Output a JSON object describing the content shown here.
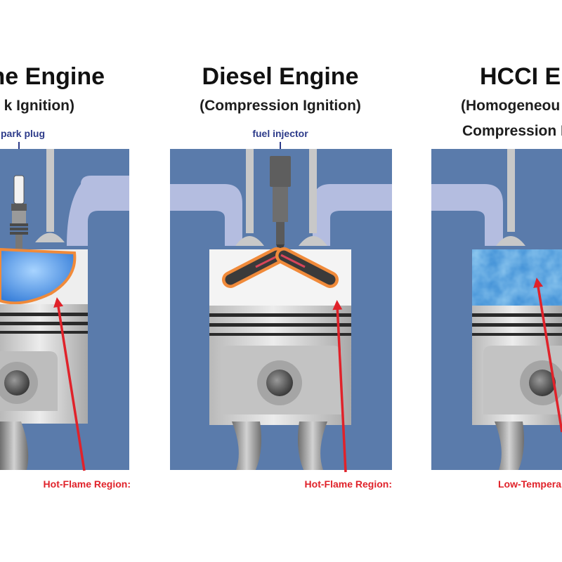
{
  "panels": [
    {
      "id": "spark",
      "title": "ne Engine",
      "subtitle": "k Ignition)",
      "subtitle2": "",
      "component_label": "park plug",
      "region_caption": "Hot-Flame Region:"
    },
    {
      "id": "diesel",
      "title": "Diesel Engine",
      "subtitle": "(Compression Ignition)",
      "subtitle2": "",
      "component_label": "fuel injector",
      "region_caption": "Hot-Flame Region:"
    },
    {
      "id": "hcci",
      "title": "HCCI Eng",
      "subtitle": "(Homogeneou",
      "subtitle2": "Compression I",
      "component_label": "",
      "region_caption": "Low-Tempera"
    }
  ],
  "colors": {
    "wall": "#5a7bab",
    "intake_port": "#b4bde0",
    "cylinder_head": "#eeeeee",
    "piston": "#d4d4d4",
    "piston_ring": "#2a2a2a",
    "rod": "#909090",
    "spark_charge": "#3f8fe8",
    "flame_edge": "#f08a3a",
    "hcci_charge": "#3f8fd6",
    "label_blue": "#2d3b8a",
    "arrow_red": "#e0222a"
  }
}
